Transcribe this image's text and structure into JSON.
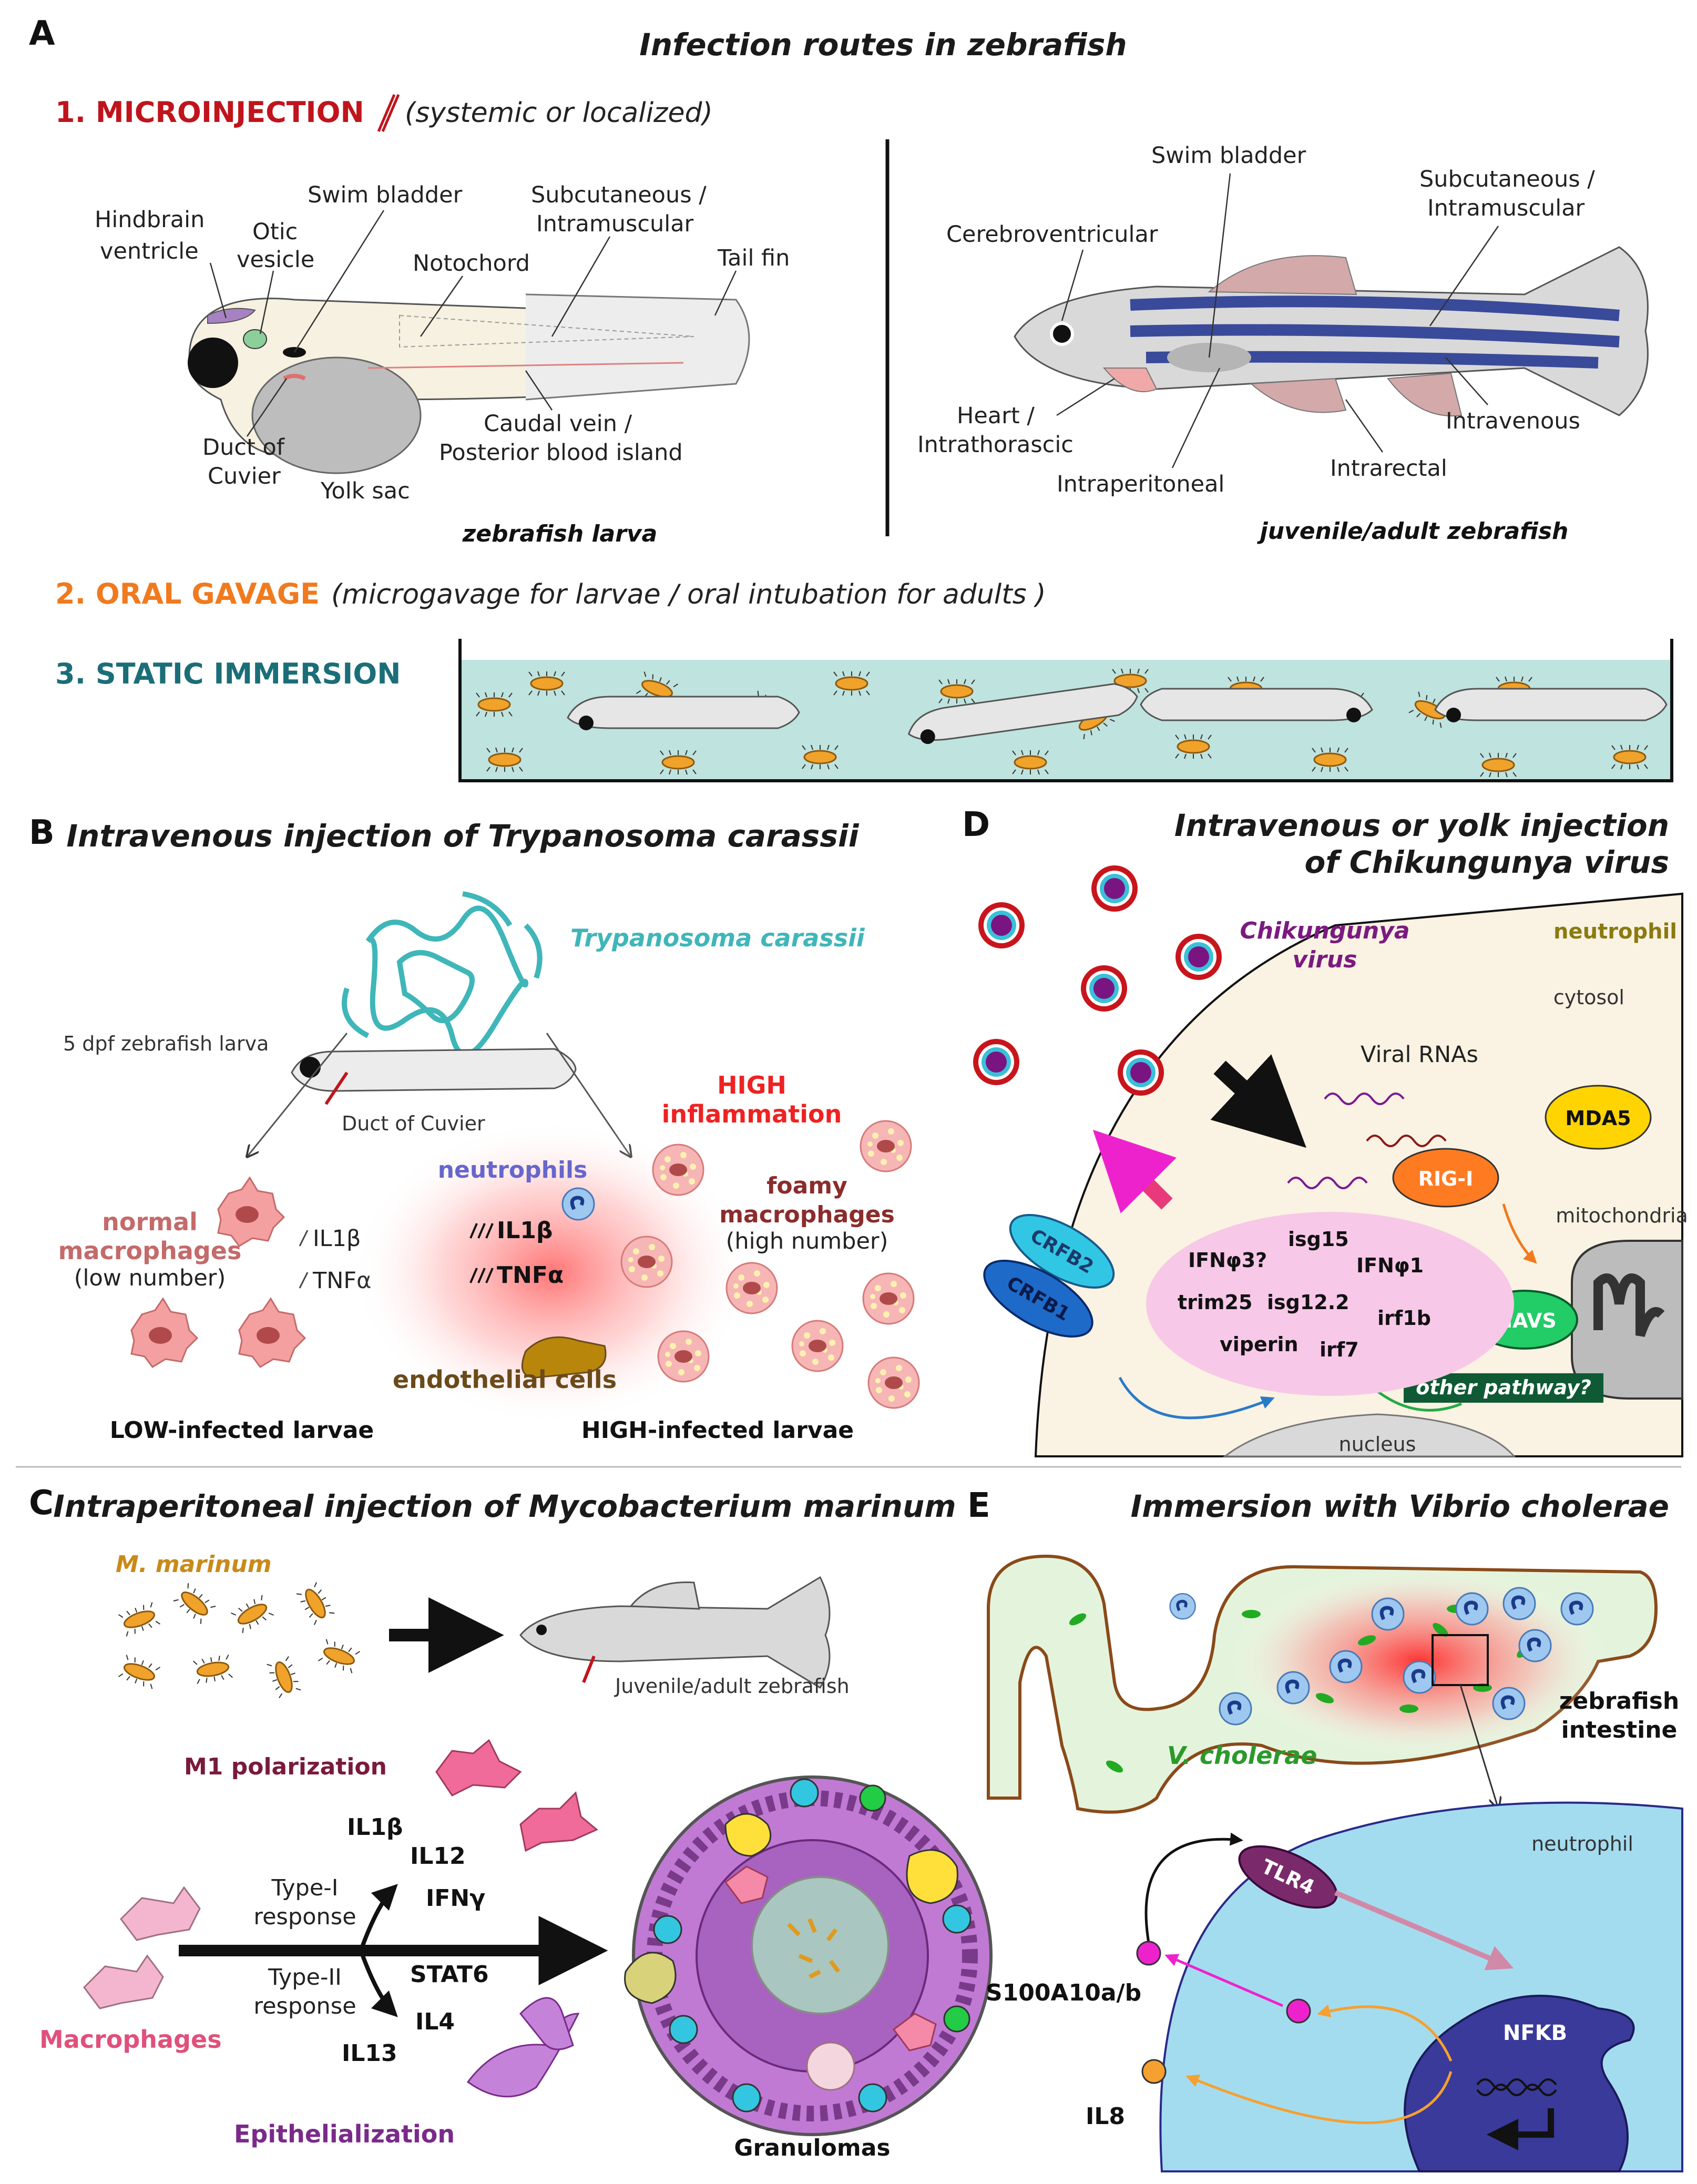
{
  "figure": {
    "panel_letters": [
      "A",
      "B",
      "C",
      "D",
      "E"
    ],
    "panelA": {
      "title": "Infection routes in zebrafish",
      "route1": {
        "label": "1. MICROINJECTION",
        "note": "(systemic or localized)"
      },
      "route2": {
        "label": "2. ORAL GAVAGE",
        "note": "(microgavage for larvae / oral intubation for adults )"
      },
      "route3": {
        "label": "3. STATIC IMMERSION"
      },
      "larva_labels": [
        "Hindbrain",
        "ventricle",
        "Otic",
        "vesicle",
        "Swim bladder",
        "Notochord",
        "Subcutaneous /",
        "Intramuscular",
        "Tail fin",
        "Duct of",
        "Cuvier",
        "Yolk sac",
        "Caudal vein /",
        "Posterior blood island"
      ],
      "larva_caption": "zebrafish larva",
      "adult_labels": [
        "Swim bladder",
        "Subcutaneous /",
        "Intramuscular",
        "Cerebroventricular",
        "Heart /",
        "Intrathorascic",
        "Intraperitoneal",
        "Intrarectal",
        "Intravenous"
      ],
      "adult_caption": "juvenile/adult zebrafish"
    },
    "panelB": {
      "title": "Intravenous injection of Trypanosoma carassii",
      "parasite": "Trypanosoma carassii",
      "larva": "5 dpf zebrafish larva",
      "site": "Duct of Cuvier",
      "high_infl": [
        "HIGH",
        "inflammation"
      ],
      "normal_mac": [
        "normal",
        "macrophages"
      ],
      "low_number": "(low number)",
      "low_il": "IL1β",
      "low_tnf": "TNFα",
      "neutrophils": "neutrophils",
      "high_il": "IL1β",
      "high_tnf": "TNFα",
      "foamy": [
        "foamy",
        "macrophages"
      ],
      "high_number": "(high number)",
      "endothelial": "endothelial cells",
      "low_group": "LOW-infected larvae",
      "high_group": "HIGH-infected larvae"
    },
    "panelC": {
      "title": "Intraperitoneal injection of Mycobacterium marinum",
      "bacterium": "M. marinum",
      "host": "Juvenile/adult zebrafish",
      "m1": "M1 polarization",
      "il1b": "IL1β",
      "il12": "IL12",
      "type1": [
        "Type-I",
        "response"
      ],
      "ifng": "IFNγ",
      "stat6": "STAT6",
      "type2": [
        "Type-II",
        "response"
      ],
      "il4": "IL4",
      "il13": "IL13",
      "macrophages": "Macrophages",
      "epithelialization": "Epithelialization",
      "granulomas": "Granulomas"
    },
    "panelD": {
      "title": [
        "Intravenous or yolk injection",
        "of Chikungunya virus"
      ],
      "virus": [
        "Chikungunya",
        "virus"
      ],
      "neutrophil": "neutrophil",
      "cytosol": "cytosol",
      "viral_rnas": "Viral RNAs",
      "mda5": "MDA5",
      "rigi": "RIG-I",
      "mitochondria": "mitochondria",
      "mavs": "MAVS",
      "other": "other pathway?",
      "crfb2": "CRFB2",
      "crfb1": "CRFB1",
      "genes": [
        "IFNφ3?",
        "isg15",
        "IFNφ1",
        "trim25",
        "isg12.2",
        "irf1b",
        "viperin",
        "irf7"
      ],
      "nucleus": "nucleus"
    },
    "panelE": {
      "title": "Immersion with Vibrio cholerae",
      "intestine": [
        "zebrafish",
        "intestine"
      ],
      "vcholerae": "V. cholerae",
      "neutrophil": "neutrophil",
      "tlr4": "TLR4",
      "nfkb": "NFKB",
      "s100": "S100A10a/b",
      "il8": "IL8"
    }
  },
  "colors": {
    "microinjection": "#c0141c",
    "gavage": "#f07a1e",
    "immersion": "#1b6e78",
    "water": "#bfe3df",
    "trypanosoma": "#3fb6b9",
    "high_infl": "#ee2222",
    "normal_mac": "#c46a6a",
    "neutrophil_label": "#6666cc",
    "foamy": "#8b2c2c",
    "endothelial": "#6b4a1a",
    "marinum": "#c98a1a",
    "m1": "#7a1a3a",
    "macrophage_label": "#e0507a",
    "epithelial": "#7a2a8a",
    "chikv": "#7a1a80",
    "vcholerae": "#2a9a2a",
    "neutrophil_d": "#8a7a10"
  }
}
